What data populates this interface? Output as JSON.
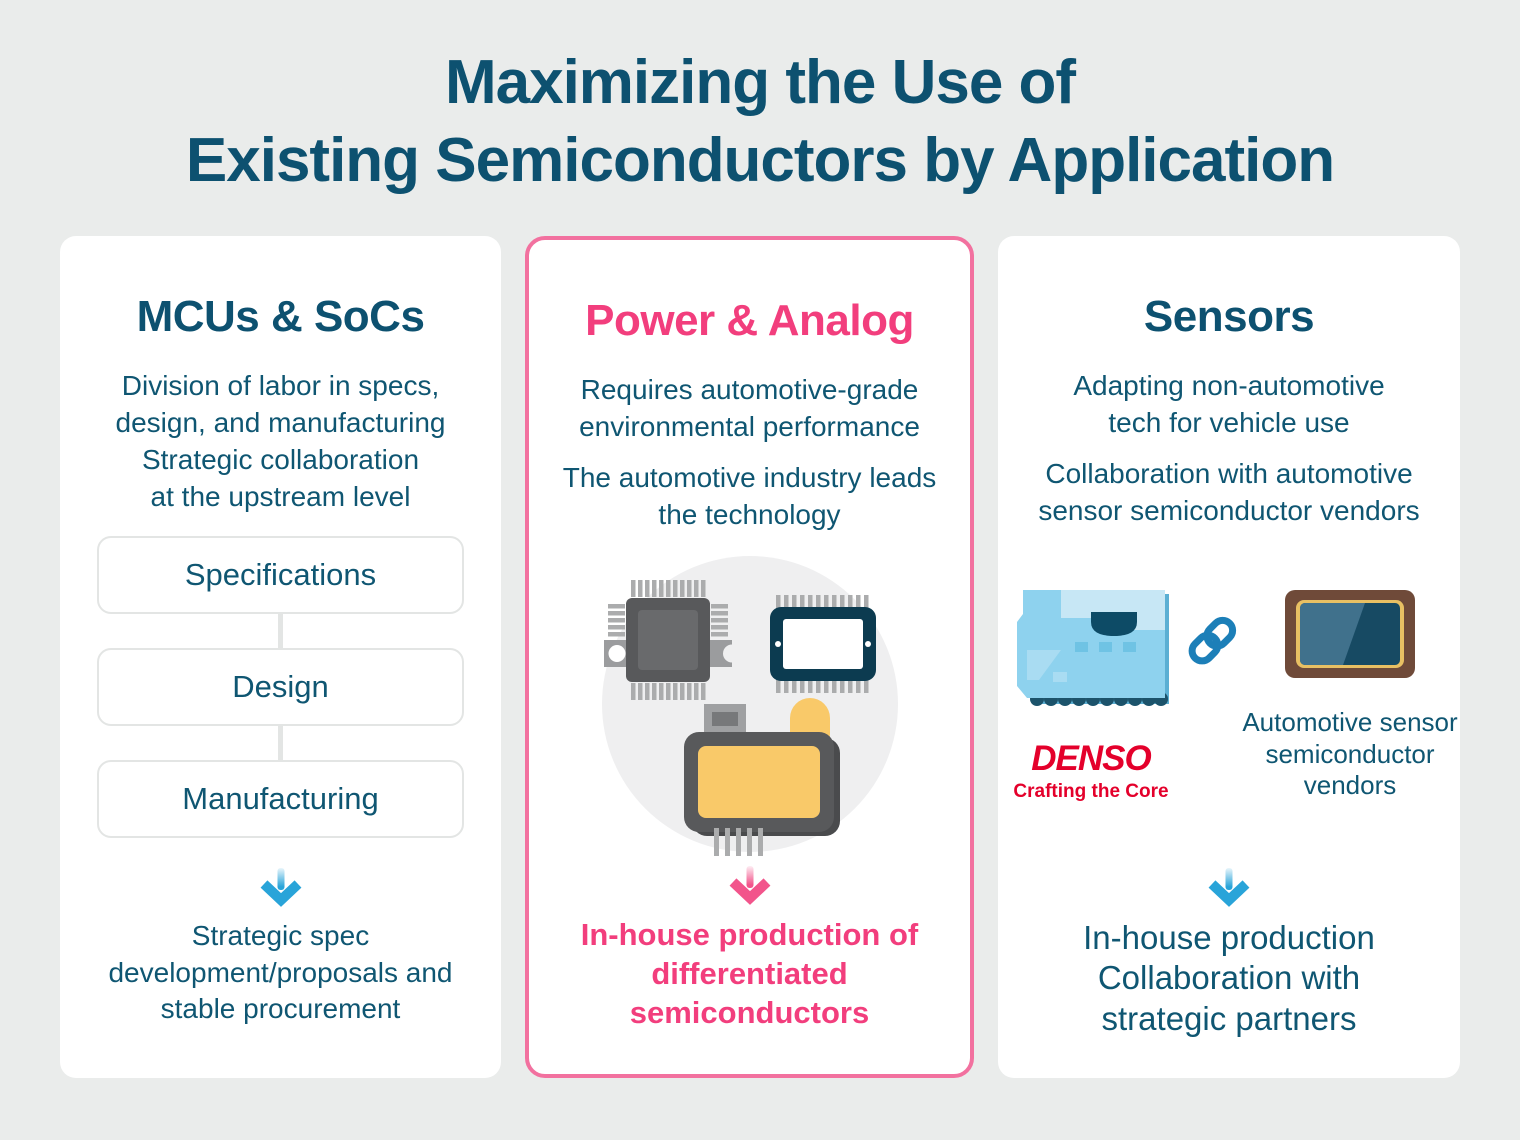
{
  "title": {
    "line1": "Maximizing the Use of",
    "line2": "Existing Semiconductors by Application"
  },
  "cards": {
    "mcu": {
      "heading": "MCUs & SoCs",
      "desc1": "Division of labor in specs,\ndesign, and manufacturing",
      "desc2": "Strategic collaboration\nat the upstream level",
      "steps": [
        "Specifications",
        "Design",
        "Manufacturing"
      ],
      "outcome": "Strategic spec\ndevelopment/proposals and\nstable procurement"
    },
    "power": {
      "heading": "Power & Analog",
      "desc1": "Requires automotive-grade\nenvironmental performance",
      "desc2": "The automotive industry leads\nthe technology",
      "outcome": "In-house production of\ndifferentiated\nsemiconductors"
    },
    "sensors": {
      "heading": "Sensors",
      "desc1": "Adapting non-automotive\ntech for vehicle use",
      "desc2": "Collaboration with automotive\nsensor semiconductor vendors",
      "partner": {
        "name": "DENSO",
        "tagline": "Crafting the Core"
      },
      "vendor_label": "Automotive sensor\nsemiconductor\nvendors",
      "outcome": "In-house production\nCollaboration with\nstrategic partners"
    }
  },
  "icons": {
    "down_arrow_blue": "down-arrow-icon",
    "down_arrow_pink": "down-arrow-icon",
    "chain_link": "chain-link-icon",
    "qfp_chip": "qfp-chip-icon",
    "soic_chip": "soic-chip-icon",
    "power_module": "power-module-icon",
    "ecu_module": "ecu-module-icon",
    "display_chip": "display-chip-icon"
  },
  "colors": {
    "background": "#EAECEB",
    "teal_heading": "#0D5170",
    "teal_text": "#0F5672",
    "pink_heading": "#F23E7D",
    "pink_border": "#F2719F",
    "arrow_blue": "#29A4D9",
    "arrow_pink": "#F2548B",
    "chain_blue": "#1C7FB8",
    "denso_red": "#E4002B",
    "chip_gray": "#58595B",
    "chip_teal": "#0C3B50",
    "chip_yellow": "#F9C969",
    "ecu_blue": "#8ED2EE",
    "frame_brown": "#6F4A39",
    "frame_gold": "#E8C063"
  }
}
